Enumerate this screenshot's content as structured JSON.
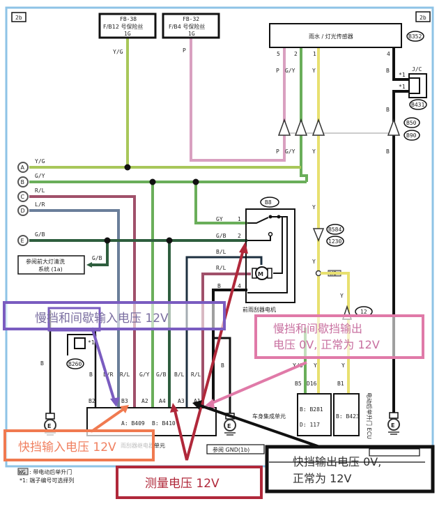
{
  "page_ref_left": "2b",
  "page_ref_right": "2b",
  "fuses": [
    {
      "line1": "FB-38",
      "line2": "F/B12 号保险丝",
      "line3": "1G",
      "wire": "Y/G"
    },
    {
      "line1": "FB-32",
      "line2": "F/B4 号保险丝",
      "line3": "1G",
      "wire": "P"
    }
  ],
  "sensor": {
    "label": "雨水 / 灯光传感器",
    "connector": "B352",
    "pins": [
      "5",
      "2",
      "1",
      "4"
    ],
    "wires": [
      "P",
      "G/Y",
      "Y",
      "B"
    ]
  },
  "jc": {
    "label": "J/C",
    "pin_a": "*1",
    "pin_b": "*1",
    "connector": "B431"
  },
  "connectors_mid": [
    "B50",
    "B90"
  ],
  "lower_wire_labels": [
    "P",
    "G/Y",
    "Y",
    "B"
  ],
  "buses": [
    {
      "letter": "A",
      "wire": "Y/G"
    },
    {
      "letter": "B",
      "wire": "G/Y"
    },
    {
      "letter": "C",
      "wire": "R/L"
    },
    {
      "letter": "D",
      "wire": "L/R"
    },
    {
      "letter": "E",
      "wire": "G/B"
    }
  ],
  "washer_box": {
    "line1": "参阅前大灯清洗",
    "line2": "系统 (1a)",
    "wire": "G/B"
  },
  "motor": {
    "connector": "B8",
    "label": "前雨刮器电机",
    "motor_symbol": "M",
    "pins": [
      {
        "num": "1",
        "wire": "GY"
      },
      {
        "num": "2",
        "wire": "G/B"
      },
      {
        "num": "",
        "wire": "B/L"
      },
      {
        "num": "",
        "wire": "R/L"
      },
      {
        "num": "4",
        "wire": "B"
      }
    ]
  },
  "right_column": {
    "wire_y1": "Y",
    "connectors": [
      "B584",
      "1230"
    ],
    "wire_y2": "Y",
    "wg_label": "WG",
    "wire_y3": "Y",
    "connector_12": "12"
  },
  "relay": {
    "label": "*1",
    "connector": "B260",
    "wire": "B"
  },
  "wiper_unit": {
    "label": "雨刮器继电器单元",
    "connector_a": "A: B409",
    "connector_b": "B: B410",
    "wire_labels": [
      "B",
      "L/R",
      "R/L",
      "G/Y",
      "G/B",
      "B/L",
      "R/L"
    ],
    "pins": [
      "B2",
      "B3",
      "A2",
      "A4",
      "A3",
      "A1"
    ],
    "right_wire": "B"
  },
  "body_unit": {
    "label": "车身集成单元",
    "wires": [
      "Y/G",
      "Y",
      "Y"
    ],
    "pins": [
      "B5",
      "D16",
      "B1"
    ],
    "conn_b": "B: B281",
    "conn_d": "D: 117",
    "conn_b2": "B: B423",
    "side_label": "电动后举升门 ECU"
  },
  "ground_label": "参阅 GND(1b)",
  "ground_symbol": "E",
  "legend": {
    "wg_key": "WG",
    "wg_text": ": 带电动后举升门",
    "note": "*1: 端子编号可选择列"
  },
  "annotations": {
    "slow_input": "慢挡和间歇输入电压 12V",
    "slow_output_1": "慢挡和间歇挡输出",
    "slow_output_2": "电压 0V, 正常为 12V",
    "fast_input": "快挡输入电压 12V",
    "measure": "测量电压 12V",
    "fast_output_1": "快挡输出电压 0V,",
    "fast_output_2": "正常为 12V"
  },
  "colors": {
    "frame": "#8ec3e6",
    "yg": "#a8c75a",
    "pink": "#d9a0c0",
    "gy": "#6aae5a",
    "yellow": "#e8e070",
    "rl": "#a0506a",
    "lr": "#6a7e9a",
    "gb": "#2e5e3e",
    "bl": "#1e3040",
    "purple": "#7a5cc0",
    "magenta": "#e07aa8",
    "orange": "#f07a50",
    "darkred": "#b0283a"
  }
}
